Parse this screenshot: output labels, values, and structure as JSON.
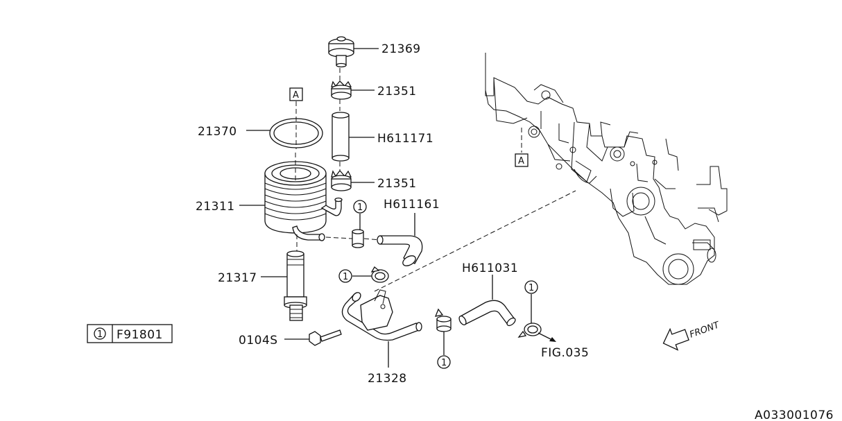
{
  "labels": {
    "p21369": "21369",
    "p21351_top": "21351",
    "pH611171": "H611171",
    "p21351_bottom": "21351",
    "p21370": "21370",
    "p21311": "21311",
    "pH611161": "H611161",
    "p21317": "21317",
    "pH611031": "H611031",
    "p0104S": "0104S",
    "p21328": "21328",
    "fig": "FIG.035",
    "front": "FRONT",
    "ref_a": "A",
    "legend_num": "1",
    "legend_code": "F91801",
    "diagram_id": "A033001076"
  },
  "callout": "1"
}
